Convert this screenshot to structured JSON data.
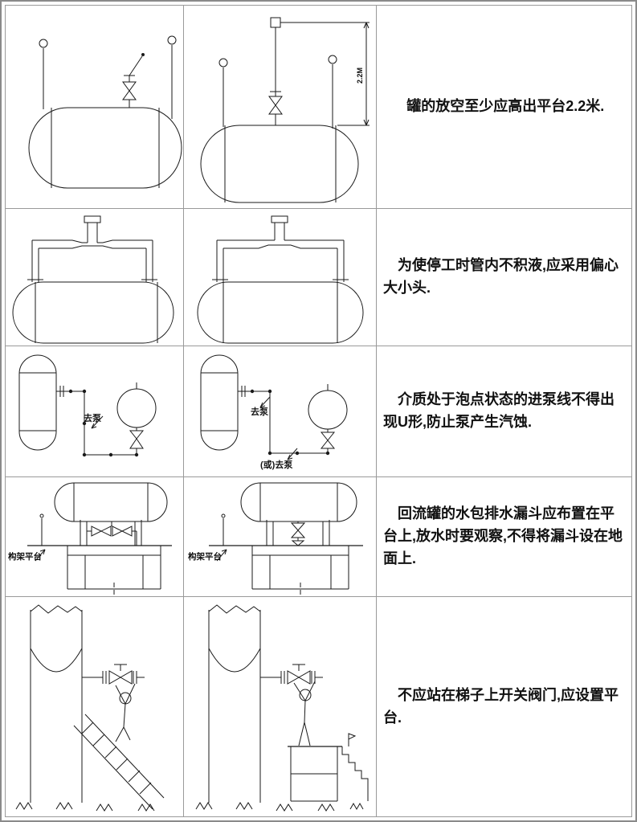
{
  "doc": {
    "kind": "piping-design-guideline-sheet",
    "line_color": "#1a1a1a",
    "grid_color": "#9a9a9a",
    "background": "#ffffff"
  },
  "rows": [
    {
      "note": "罐的放空至少应高出平台2.2米.",
      "labels": {
        "dim": "2.2M"
      }
    },
    {
      "note": "为使停工时管内不积液,应采用偏心大小头."
    },
    {
      "note": "介质处于泡点状态的进泵线不得出现U形,防止泵产生汽蚀.",
      "labels": {
        "to_pump": "去泵",
        "or_to_pump": "(或)去泵"
      }
    },
    {
      "note": "回流罐的水包排水漏斗应布置在平台上,放水时要观察,不得将漏斗设在地面上.",
      "labels": {
        "platform": "构架平台"
      }
    },
    {
      "note": "不应站在梯子上开关阀门,应设置平台."
    }
  ]
}
